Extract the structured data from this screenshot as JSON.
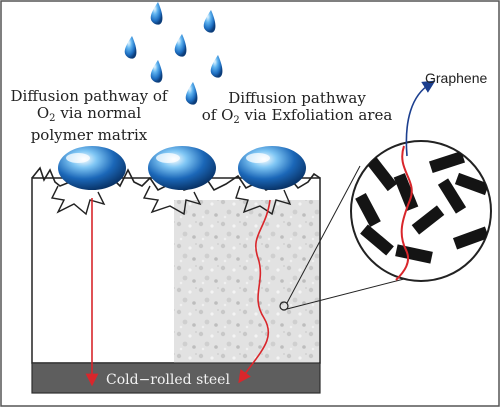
{
  "labels": {
    "left_line1": "Diffusion pathway of",
    "left_line2_pre": "O",
    "left_line2_sub": "2",
    "left_line2_post": " via normal",
    "left_line3": "polymer matrix",
    "right_line1": "Diffusion pathway",
    "right_line2_pre": "of O",
    "right_line2_sub": "2",
    "right_line2_post": " via Exfoliation area",
    "graphene": "Graphene",
    "substrate": "Cold−rolled steel"
  },
  "colors": {
    "droplet": "#1e73c8",
    "droplet_highlight": "#bfe6ff",
    "path": "#d9262b",
    "flake": "#141414",
    "steel": "#5e5e5e",
    "exfoliation_fill": "#dcdcdc",
    "arrow_blue": "#1c3f8f"
  }
}
